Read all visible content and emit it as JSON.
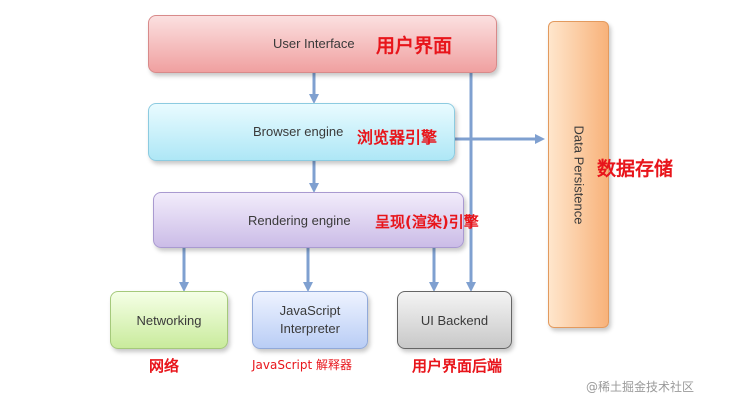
{
  "boxes": {
    "user_interface": "User  Interface",
    "browser_engine": "Browser engine",
    "rendering_engine": "Rendering engine",
    "networking": "Networking",
    "js_interpreter_line1": "JavaScript",
    "js_interpreter_line2": "Interpreter",
    "ui_backend": "UI Backend",
    "data_persistence": "Data Persistence"
  },
  "annotations": {
    "user_interface": "用户界面",
    "browser_engine": "浏览器引擎",
    "rendering_engine": "呈现(渲染)引擎",
    "data_persistence": "数据存储",
    "networking": "网络",
    "js_interpreter": "JavaScript 解释器",
    "ui_backend": "用户界面后端"
  },
  "watermark": "@稀土掘金技术社区",
  "colors": {
    "annotation": "#e8151b",
    "arrow": "#7fa0d0",
    "user_interface": "#f0a0a0",
    "browser_engine": "#aee7f6",
    "rendering_engine": "#cbbce7",
    "networking": "#c9eb9c",
    "js_interpreter": "#b9cdf5",
    "ui_backend": "#c8c8c8",
    "data_persistence": "#f8b27a"
  }
}
